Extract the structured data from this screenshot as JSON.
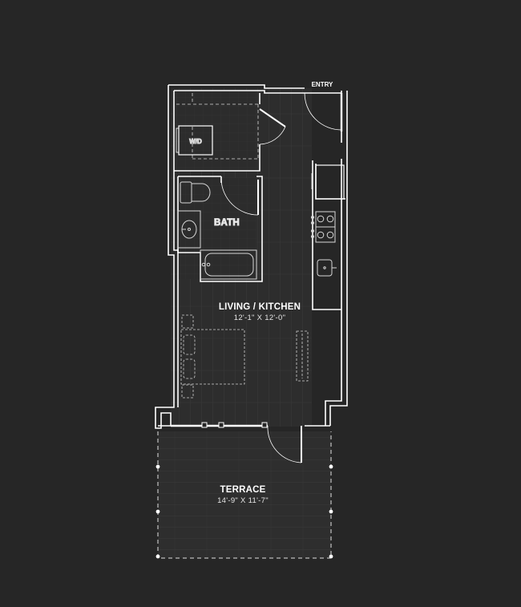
{
  "colors": {
    "background": "#262626",
    "floor": "#2e2e2e",
    "wall": "#ffffff",
    "fixture": "#d8d8d8",
    "grain": "#3a3a3a"
  },
  "labels": {
    "entry": "ENTRY",
    "wd": "W/D",
    "bath": "BATH"
  },
  "rooms": {
    "living": {
      "name": "LIVING / KITCHEN",
      "dims": "12'-1\" X 12'-0\""
    },
    "terrace": {
      "name": "TERRACE",
      "dims": "14'-9\" X 11'-7\""
    }
  }
}
